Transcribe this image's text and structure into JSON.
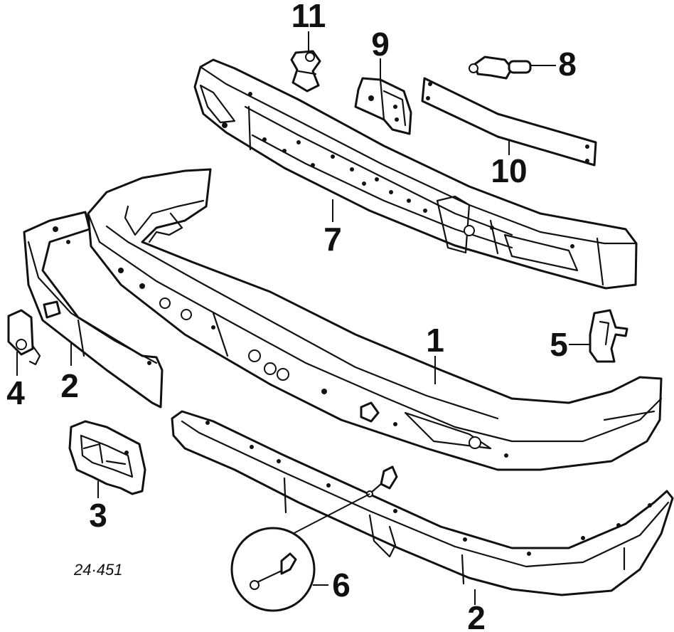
{
  "diagram": {
    "reference": "24·451",
    "callouts": {
      "c1": "1",
      "c2a": "2",
      "c2b": "2",
      "c3": "3",
      "c4": "4",
      "c5": "5",
      "c6": "6",
      "c7": "7",
      "c8": "8",
      "c9": "9",
      "c10": "10",
      "c11": "11"
    }
  }
}
